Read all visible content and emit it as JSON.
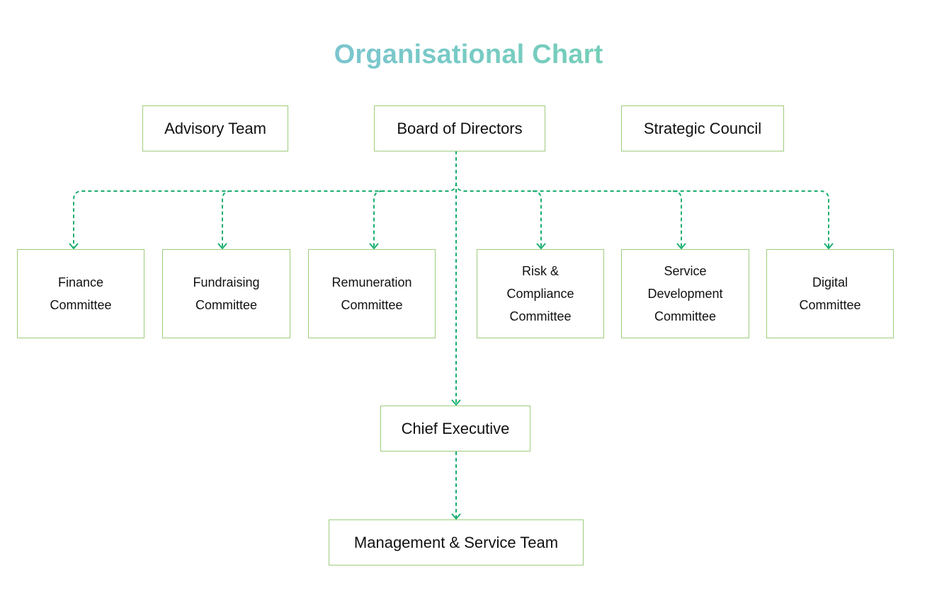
{
  "title": "Organisational Chart",
  "colors": {
    "title_gradient_start": "#82b6ea",
    "title_gradient_end": "#6cd59c",
    "node_border": "#9dcc7c",
    "connector": "#1aae6f"
  },
  "top_row": {
    "advisory": "Advisory Team",
    "board": "Board of Directors",
    "strategic": "Strategic Council"
  },
  "committees": [
    {
      "line1": "Finance",
      "line2": "Committee"
    },
    {
      "line1": "Fundraising",
      "line2": "Committee"
    },
    {
      "line1": "Remuneration",
      "line2": "Committee"
    },
    {
      "line1": "Risk &",
      "line2": "Compliance",
      "line3": "Committee"
    },
    {
      "line1": "Service",
      "line2": "Development",
      "line3": "Committee"
    },
    {
      "line1": "Digital",
      "line2": "Committee"
    }
  ],
  "chief_executive": "Chief Executive",
  "management": "Management & Service Team",
  "connections": [
    {
      "from": "Board of Directors",
      "to": "Finance Committee"
    },
    {
      "from": "Board of Directors",
      "to": "Fundraising Committee"
    },
    {
      "from": "Board of Directors",
      "to": "Remuneration Committee"
    },
    {
      "from": "Board of Directors",
      "to": "Risk & Compliance Committee"
    },
    {
      "from": "Board of Directors",
      "to": "Service Development Committee"
    },
    {
      "from": "Board of Directors",
      "to": "Digital Committee"
    },
    {
      "from": "Board of Directors",
      "to": "Chief Executive"
    },
    {
      "from": "Chief Executive",
      "to": "Management & Service Team"
    }
  ]
}
